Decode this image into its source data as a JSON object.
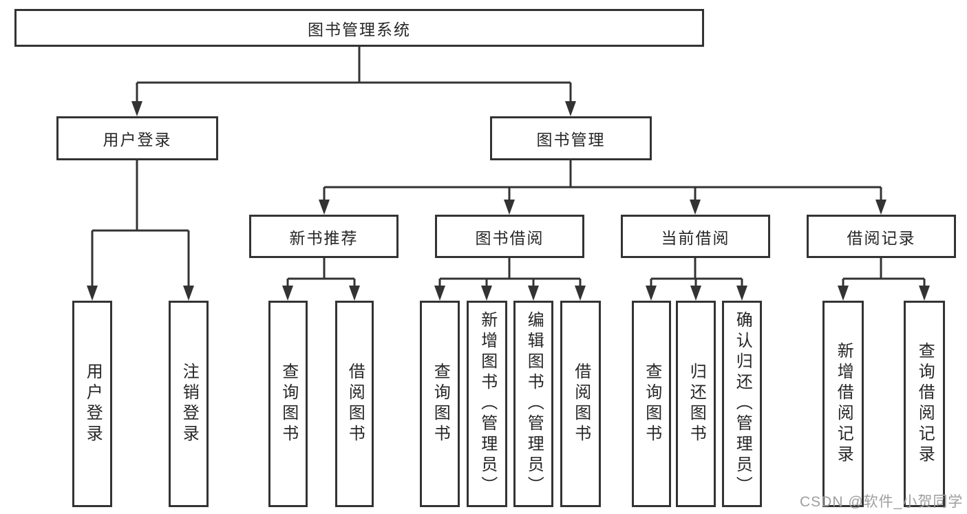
{
  "tree": {
    "label": "图书管理系统",
    "children": [
      {
        "label": "用户登录",
        "children": [
          {
            "label": "用户登录"
          },
          {
            "label": "注销登录"
          }
        ]
      },
      {
        "label": "图书管理",
        "children": [
          {
            "label": "新书推荐",
            "children": [
              {
                "label": "查询图书"
              },
              {
                "label": "借阅图书"
              }
            ]
          },
          {
            "label": "图书借阅",
            "children": [
              {
                "label": "查询图书"
              },
              {
                "label": "新增图书（管理员）"
              },
              {
                "label": "编辑图书（管理员）"
              },
              {
                "label": "借阅图书"
              }
            ]
          },
          {
            "label": "当前借阅",
            "children": [
              {
                "label": "查询图书"
              },
              {
                "label": "归还图书"
              },
              {
                "label": "确认归还（管理员）"
              }
            ]
          },
          {
            "label": "借阅记录",
            "children": [
              {
                "label": "新增借阅记录"
              },
              {
                "label": "查询借阅记录"
              }
            ]
          }
        ]
      }
    ]
  },
  "watermark": "CSDN @软件_小贺同学",
  "colors": {
    "line": "#333333",
    "text": "#262626",
    "watermark": "#9e9e9e",
    "background": "#ffffff"
  }
}
